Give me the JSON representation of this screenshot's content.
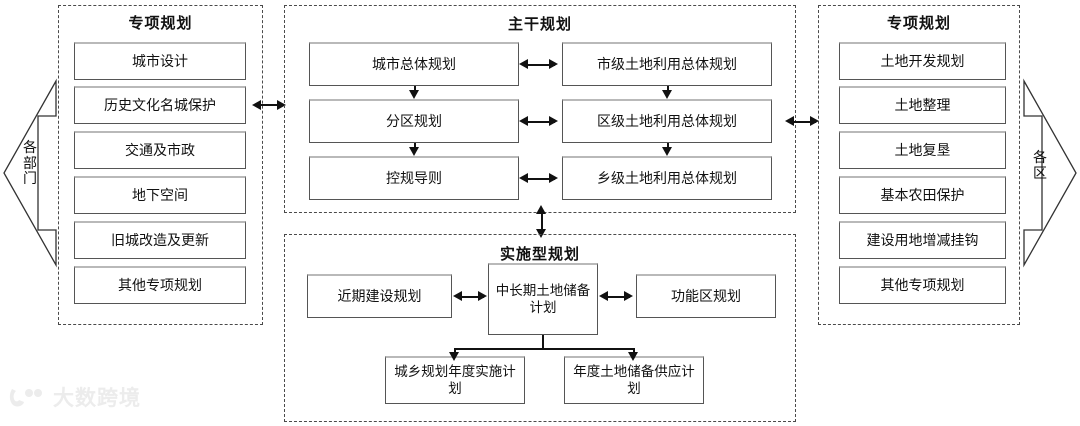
{
  "diagram": {
    "title_left_panel": "专项规划",
    "title_center_top_panel": "主干规划",
    "title_center_bottom_panel": "实施型规划",
    "title_right_panel": "专项规划"
  },
  "left_panel": {
    "title": "专项规划",
    "items": [
      {
        "label": "城市设计"
      },
      {
        "label": "历史文化名城保护"
      },
      {
        "label": "交通及市政"
      },
      {
        "label": "地下空间"
      },
      {
        "label": "旧城改造及更新"
      },
      {
        "label": "其他专项规划"
      }
    ]
  },
  "center_top_panel": {
    "title": "主干规划",
    "left_column": [
      {
        "label": "城市总体规划"
      },
      {
        "label": "分区规划"
      },
      {
        "label": "控规导则"
      }
    ],
    "right_column": [
      {
        "label": "市级土地利用总体规划"
      },
      {
        "label": "区级土地利用总体规划"
      },
      {
        "label": "乡级土地利用总体规划"
      }
    ]
  },
  "center_bottom_panel": {
    "title": "实施型规划",
    "left_node": {
      "label": "近期建设规划"
    },
    "center_node": {
      "label": "中长期土地储备计划"
    },
    "right_node": {
      "label": "功能区规划"
    },
    "bottom_left_node": {
      "label": "城乡规划年度实施计划"
    },
    "bottom_right_node": {
      "label": "年度土地储备供应计划"
    }
  },
  "right_panel": {
    "title": "专项规划",
    "items": [
      {
        "label": "土地开发规划"
      },
      {
        "label": "土地整理"
      },
      {
        "label": "土地复垦"
      },
      {
        "label": "基本农田保护"
      },
      {
        "label": "建设用地增减挂钩"
      },
      {
        "label": "其他专项规划"
      }
    ]
  },
  "side_arrows": {
    "left": {
      "label": "各部门"
    },
    "right": {
      "label": "各区"
    }
  },
  "watermark": {
    "text": "大数跨境"
  },
  "colors": {
    "stroke": "#111111",
    "panel_border": "#4a4a4a",
    "box_border": "#555555",
    "box_top_shadow": "#b9b9b9",
    "background": "#ffffff",
    "watermark": "#ececec"
  }
}
